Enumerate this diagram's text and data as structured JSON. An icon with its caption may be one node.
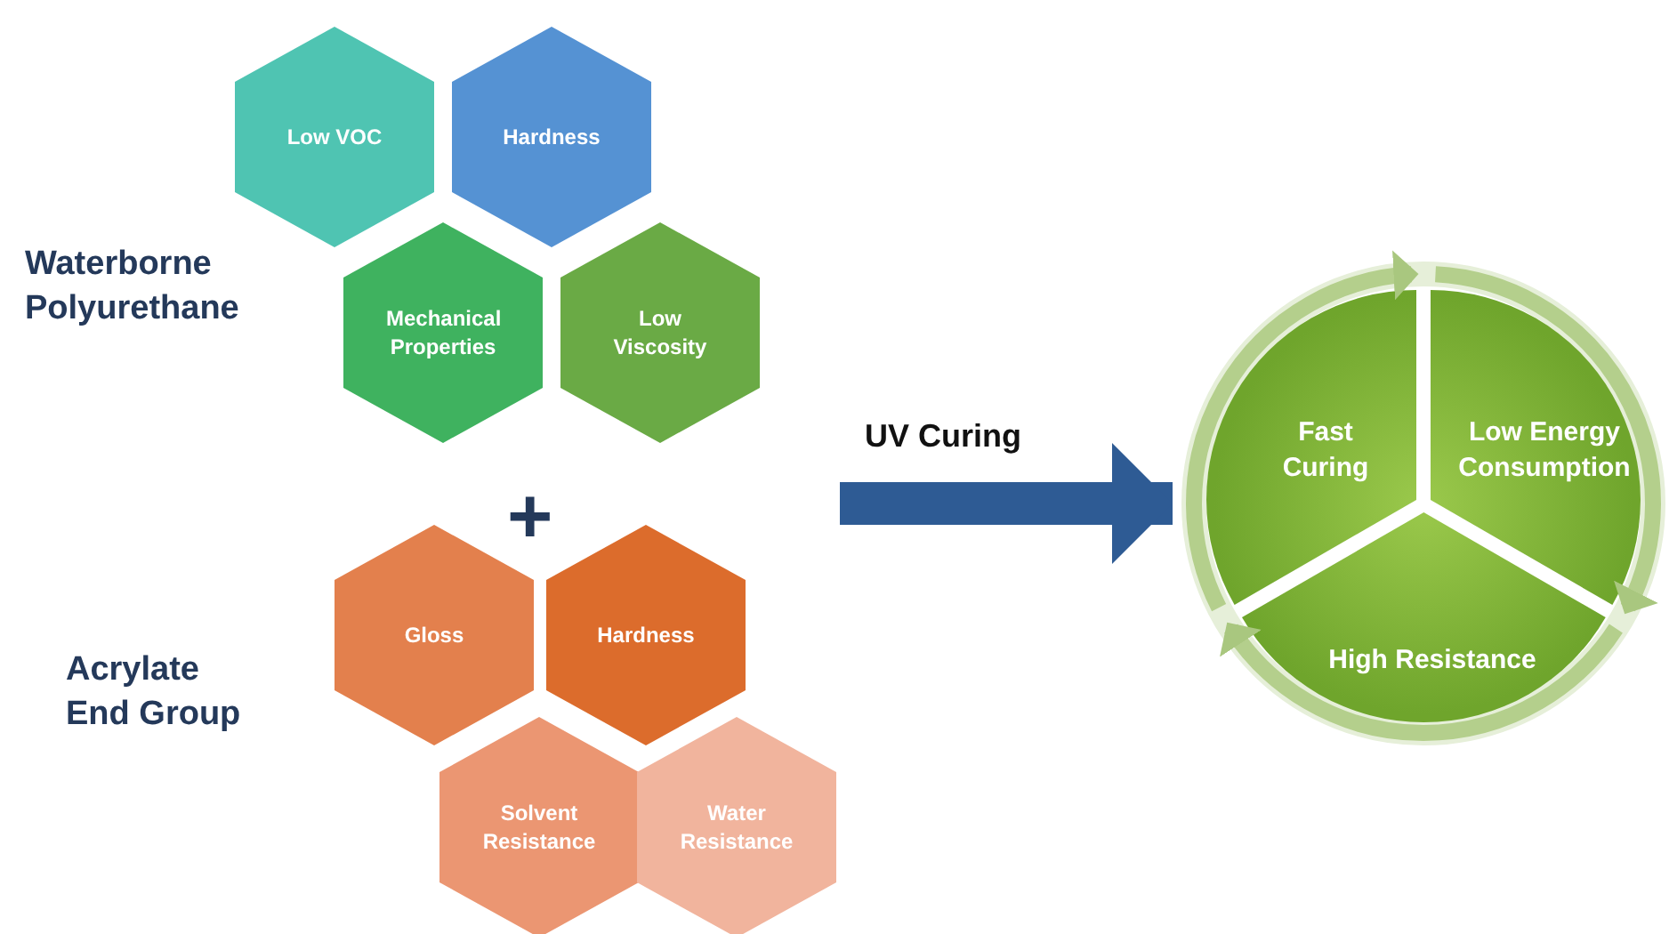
{
  "diagram": {
    "nodes": [
      {
        "text": [
          "Low VOC"
        ]
      },
      {
        "text": [
          "Hardness"
        ]
      },
      {
        "text": [
          "Mechanical Properties"
        ]
      },
      {
        "text": [
          "Low Viscosity"
        ]
      },
      {
        "text": [
          "Gloss"
        ]
      },
      {
        "text": [
          "Hardness"
        ]
      },
      {
        "text": [
          "Solvent Resistance"
        ]
      },
      {
        "text": [
          "Water Resistance"
        ]
      },
      {
        "text": [],
        "shape": "circle"
      },
      {
        "text": [
          "Fast Curing"
        ],
        "in": 8
      },
      {
        "text": [
          "Low Energy Consumption"
        ],
        "in": 8
      },
      {
        "text": [
          "High Resistance"
        ],
        "in": 8
      }
    ],
    "edges": [
      {
        "from": null,
        "to": 8,
        "arrow": "to",
        "label": "UV Curing",
        "style": "thick",
        "color": "#2e5b94"
      },
      {
        "from": 9,
        "to": 10,
        "arrow": "to"
      },
      {
        "from": 10,
        "to": 11,
        "arrow": "to"
      },
      {
        "from": 11,
        "to": 9,
        "arrow": "to"
      }
    ],
    "labels": [
      "Waterborne Polyurethane",
      "+",
      "Acrylate End Group"
    ]
  }
}
